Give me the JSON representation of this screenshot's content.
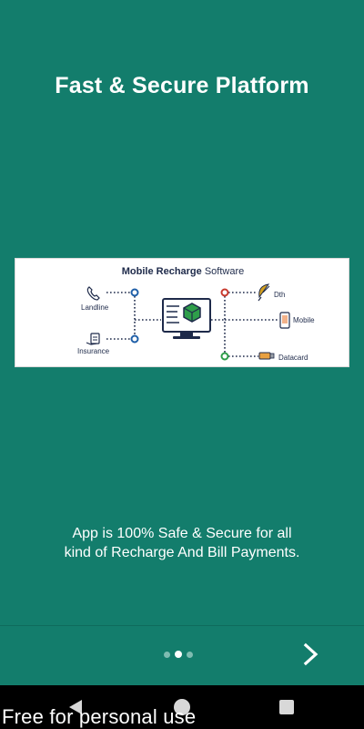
{
  "onboarding": {
    "title": "Fast & Secure Platform",
    "description_lines": [
      "App is 100% Safe & Secure for all",
      "kind of Recharge And Bill Payments."
    ],
    "pager": {
      "total": 3,
      "active_index": 1
    },
    "next_icon": "chevron-right-icon"
  },
  "banner": {
    "title_bold": "Mobile Recharge",
    "title_regular": " Software",
    "left_items": [
      {
        "label": "Landline",
        "icon": "phone-icon"
      },
      {
        "label": "Insurance",
        "icon": "insurance-icon"
      }
    ],
    "right_items": [
      {
        "label": "Dth",
        "icon": "satellite-dish-icon"
      },
      {
        "label": "Mobile",
        "icon": "mobile-icon"
      },
      {
        "label": "Datacard",
        "icon": "usb-datacard-icon"
      }
    ],
    "center_icon": "monitor-cube-icon",
    "colors": {
      "blue_node": "#1f5fa8",
      "red_node": "#c83a2e",
      "green_node": "#2e9e4a",
      "dots": "#1e2a4a"
    }
  },
  "navbar": {
    "back_icon": "back-triangle-icon",
    "home_icon": "home-circle-icon",
    "recent_icon": "recent-square-icon"
  },
  "watermark": "Free for personal use"
}
